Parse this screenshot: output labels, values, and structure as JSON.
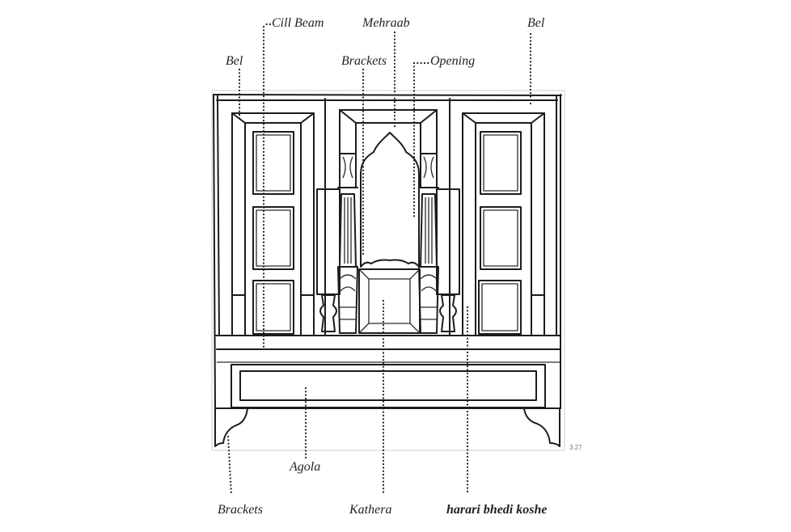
{
  "labels": {
    "cill_beam": "Cill Beam",
    "mehraab": "Mehraab",
    "bel_right": "Bel",
    "bel_left": "Bel",
    "brackets_top": "Brackets",
    "opening": "Opening",
    "agola": "Agola",
    "brackets_bottom": "Brackets",
    "kathera": "Kathera",
    "harari": "harari bhedi koshe"
  },
  "figure_number": "3.27",
  "colors": {
    "ink": "#1c1c1c",
    "leader": "#222222",
    "background": "#ffffff"
  }
}
